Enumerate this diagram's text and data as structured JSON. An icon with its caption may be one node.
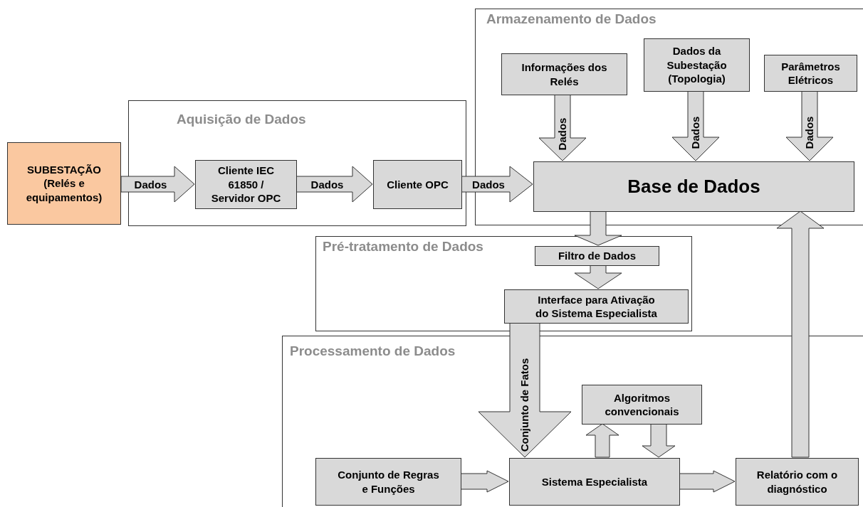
{
  "diagram": {
    "nodes": [
      {
        "text": [
          "SUBESTAÇÃO (Relés e equipamentos)"
        ]
      },
      {
        "text": [
          "Aquisição de Dados"
        ]
      },
      {
        "text": [
          "Cliente IEC 61850 / Servidor OPC"
        ],
        "in": 1
      },
      {
        "text": [
          "Cliente OPC"
        ],
        "in": 1
      },
      {
        "text": [
          "Armazenamento de Dados"
        ]
      },
      {
        "text": [
          "Informações dos Relés"
        ],
        "in": 4
      },
      {
        "text": [
          "Dados da Subestação (Topologia)"
        ],
        "in": 4
      },
      {
        "text": [
          "Parâmetros Elétricos"
        ],
        "in": 4
      },
      {
        "text": [
          "Base de Dados"
        ],
        "in": 4
      },
      {
        "text": [
          "Pré-tratamento de Dados"
        ]
      },
      {
        "text": [
          "Filtro de Dados"
        ],
        "in": 9
      },
      {
        "text": [
          "Interface para Ativação do Sistema Especialista"
        ],
        "in": 9
      },
      {
        "text": [
          "Processamento de Dados"
        ]
      },
      {
        "text": [
          "Algoritmos convencionais"
        ],
        "in": 12
      },
      {
        "text": [
          "Conjunto de Regras e Funções"
        ],
        "in": 12
      },
      {
        "text": [
          "Sistema Especialista"
        ],
        "in": 12
      },
      {
        "text": [
          "Relatório com o diagnóstico"
        ],
        "in": 12
      }
    ],
    "edges": [
      {
        "from": 0,
        "to": 2,
        "arrow": "to",
        "label": "Dados"
      },
      {
        "from": 2,
        "to": 3,
        "arrow": "to",
        "label": "Dados"
      },
      {
        "from": 3,
        "to": 8,
        "arrow": "to",
        "label": "Dados"
      },
      {
        "from": 5,
        "to": 8,
        "arrow": "to",
        "label": "Dados"
      },
      {
        "from": 6,
        "to": 8,
        "arrow": "to",
        "label": "Dados"
      },
      {
        "from": 7,
        "to": 8,
        "arrow": "to",
        "label": "Dados"
      },
      {
        "from": 8,
        "to": 10,
        "arrow": "to"
      },
      {
        "from": 10,
        "to": 11,
        "arrow": "to"
      },
      {
        "from": 11,
        "to": 15,
        "arrow": "to",
        "label": "Conjunto de Fatos"
      },
      {
        "from": 15,
        "to": 13,
        "arrow": "to"
      },
      {
        "from": 13,
        "to": 15,
        "arrow": "to"
      },
      {
        "from": 14,
        "to": 15,
        "arrow": "to"
      },
      {
        "from": 15,
        "to": 16,
        "arrow": "to"
      },
      {
        "from": 16,
        "to": 8,
        "arrow": "to"
      }
    ]
  }
}
